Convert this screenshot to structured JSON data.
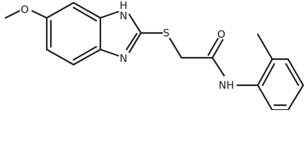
{
  "atoms": {
    "o_methoxy": "O",
    "nh_ring": "H",
    "nh_ring_n": "N",
    "n_ring": "N",
    "s": "S",
    "o_carbonyl": "O",
    "nh_amide": "NH"
  }
}
